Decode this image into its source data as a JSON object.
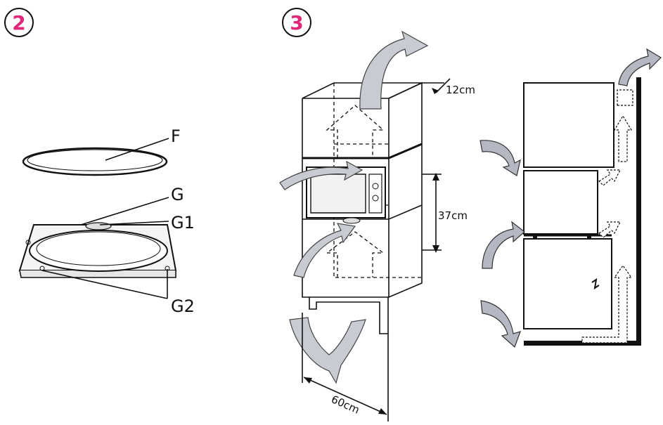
{
  "steps": {
    "step2": "2",
    "step3": "3"
  },
  "parts": {
    "f": "F",
    "g": "G",
    "g1": "G1",
    "g2": "G2"
  },
  "dimensions": {
    "top_gap": "12cm",
    "height": "37cm",
    "width": "60cm"
  },
  "colors": {
    "step_number": "#e0287a",
    "airflow_arrow": "#c9cbd3",
    "line": "#111111"
  }
}
